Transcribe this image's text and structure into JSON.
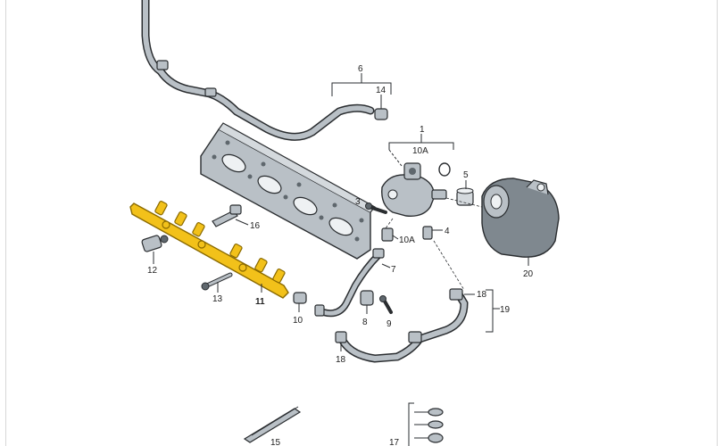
{
  "colors": {
    "part_gray": "#b9c0c6",
    "part_dark": "#5f676d",
    "outline": "#2a2d30",
    "highlight": "#f2c11a",
    "highlight_outline": "#8a6a00",
    "label": "#222222"
  },
  "labels": {
    "p1": "1",
    "p3": "3",
    "p4": "4",
    "p5": "5",
    "p6": "6",
    "p7": "7",
    "p8": "8",
    "p9": "9",
    "p10": "10",
    "p10a_top": "10A",
    "p10a_side": "10A",
    "p11": "11",
    "p12": "12",
    "p13": "13",
    "p14": "14",
    "p15": "15",
    "p16": "16",
    "p17": "17",
    "p18": "18",
    "p18b": "18",
    "p19": "19",
    "p20": "20"
  }
}
